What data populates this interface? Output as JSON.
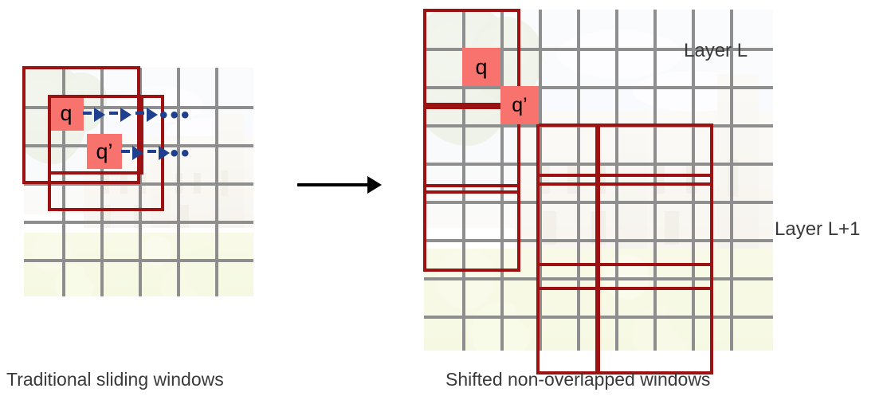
{
  "figure": {
    "left_panel": {
      "caption": "Traditional sliding windows",
      "query_cells": [
        {
          "id": "q",
          "label": "q"
        },
        {
          "id": "q2",
          "label": "q’"
        }
      ],
      "ellipsis": "•••",
      "grid": {
        "rows": 3,
        "cols": 3,
        "line_color": "#8e8e8e"
      },
      "window_border_color": "#9c1111",
      "arrow_color": "#1f3f8f",
      "highlight_color": "#f8736d"
    },
    "transform_arrow": {
      "name": "rightwards-arrow",
      "color": "#000000"
    },
    "right_panel": {
      "caption": "Shifted non-overlapped windows",
      "layer_labels": [
        {
          "id": "layer-l",
          "text": "Layer L"
        },
        {
          "id": "layer-l1",
          "text": "Layer L+1"
        }
      ],
      "query_cells": [
        {
          "id": "q",
          "label": "q"
        },
        {
          "id": "q2",
          "label": "q’"
        }
      ],
      "grid": {
        "rows": 3,
        "cols": 3,
        "line_color": "#8e8e8e"
      },
      "window_border_color": "#9c1111",
      "highlight_color": "#f8736d"
    }
  }
}
